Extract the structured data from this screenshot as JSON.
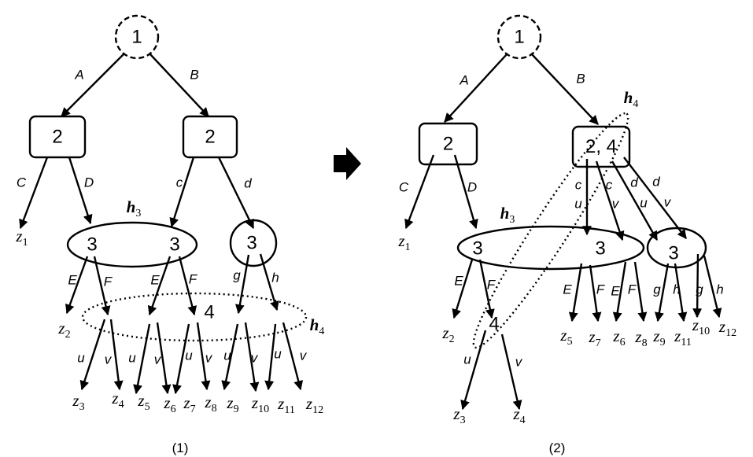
{
  "left": {
    "caption": "(1)",
    "root": "1",
    "nodes2": [
      "2",
      "2"
    ],
    "nodes3": [
      "3",
      "3",
      "3"
    ],
    "node4": "4",
    "h3": {
      "base": "h",
      "sub": "3"
    },
    "h4": {
      "base": "h",
      "sub": "4"
    },
    "edge_labels": [
      "A",
      "B",
      "C",
      "D",
      "c",
      "d",
      "E",
      "F",
      "E",
      "F",
      "g",
      "h",
      "u",
      "v",
      "u",
      "v",
      "u",
      "v",
      "u",
      "v",
      "u",
      "v"
    ],
    "leaf_var": "z",
    "leaf_subs": [
      "1",
      "2",
      "3",
      "4",
      "5",
      "6",
      "7",
      "8",
      "9",
      "10",
      "11",
      "12"
    ]
  },
  "right": {
    "caption": "(2)",
    "root": "1",
    "nodes2": [
      "2",
      "2, 4"
    ],
    "nodes3": [
      "3",
      "3",
      "3"
    ],
    "node4": "4",
    "h3": {
      "base": "h",
      "sub": "3"
    },
    "h4": {
      "base": "h",
      "sub": "4"
    },
    "edge_labels": [
      "A",
      "B",
      "C",
      "D",
      "c",
      "u",
      "c",
      "v",
      "d",
      "u",
      "d",
      "v",
      "E",
      "F",
      "E",
      "F",
      "E",
      "F",
      "g",
      "h",
      "g",
      "h",
      "u",
      "v"
    ],
    "leaf_var": "z",
    "leaf_subs": [
      "1",
      "2",
      "3",
      "4",
      "5",
      "7",
      "6",
      "8",
      "9",
      "11",
      "10",
      "12"
    ]
  },
  "transition_icon": "right-arrow-icon"
}
